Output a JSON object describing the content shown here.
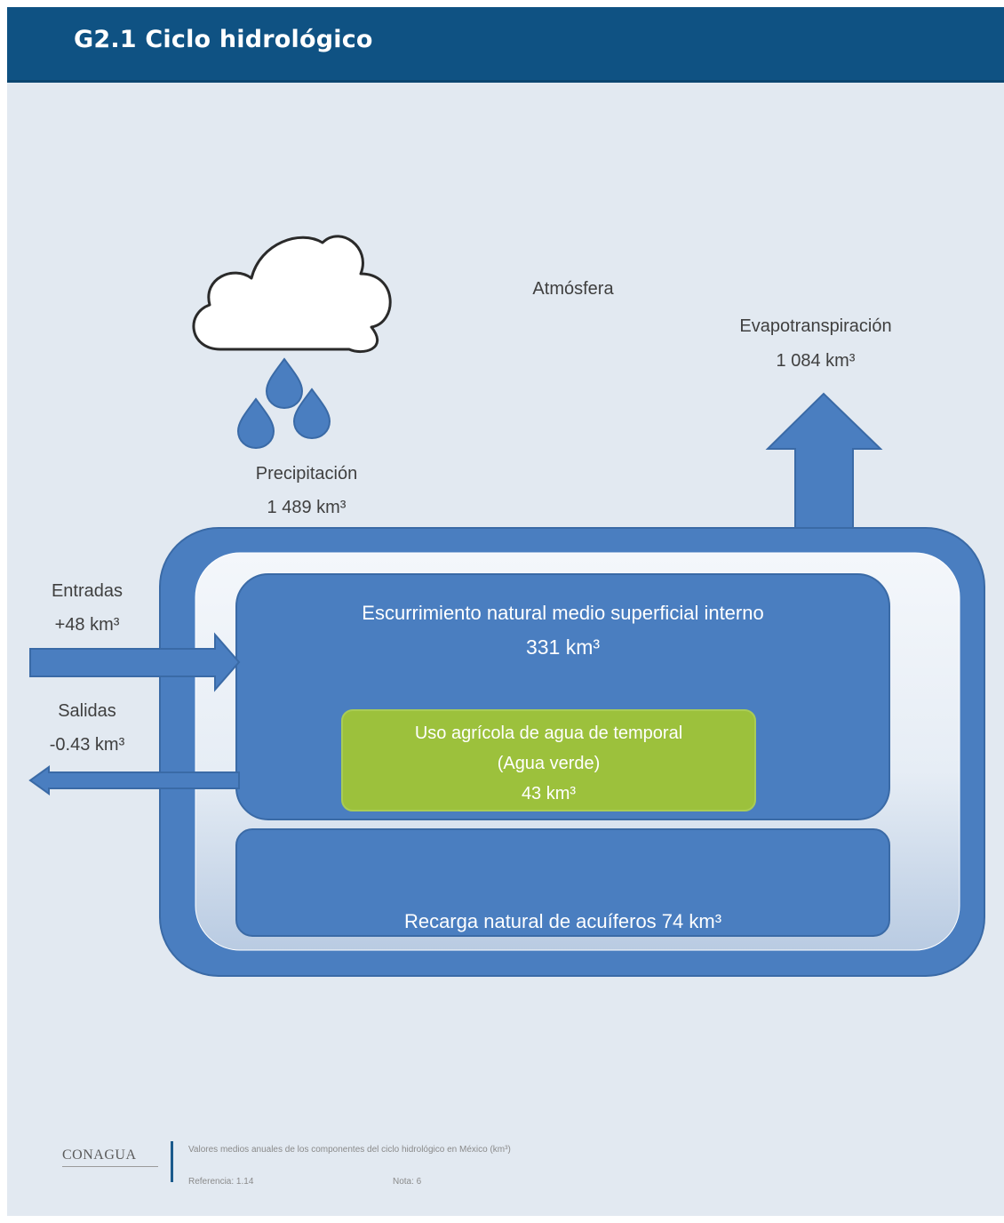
{
  "header": {
    "title": "G2.1 Ciclo hidrológico"
  },
  "diagram": {
    "atmosphere_label": "Atmósfera",
    "precipitation": {
      "label": "Precipitación",
      "value": "1 489 km³"
    },
    "evapotranspiration": {
      "label": "Evapotranspiración",
      "value": "1 084 km³"
    },
    "inflows": {
      "label": "Entradas",
      "value": "+48 km³"
    },
    "outflows": {
      "label": "Salidas",
      "value": "-0.43 km³"
    },
    "surface_runoff": {
      "label": "Escurrimiento natural medio superficial interno",
      "value": "331 km³"
    },
    "green_water": {
      "label": "Uso agrícola de agua de temporal",
      "sublabel": "(Agua verde)",
      "value": "43 km³"
    },
    "aquifer_recharge": {
      "label": "Recarga natural de acuíferos 74 km³"
    }
  },
  "footer": {
    "logo": "CONAGUA",
    "caption": "Valores medios anuales de los componentes del ciclo hidrológico en México (km³)",
    "reference": "Referencia: 1.14",
    "note": "Nota: 6"
  },
  "colors": {
    "header": "#0f5283",
    "background": "#e2e9f1",
    "blue": "#4a7ec0",
    "blue_stroke": "#3a6aa6",
    "green": "#9cc13c",
    "cloud_stroke": "#2a2a2a"
  },
  "icons": [
    "cloud-icon",
    "raindrop-icon"
  ]
}
